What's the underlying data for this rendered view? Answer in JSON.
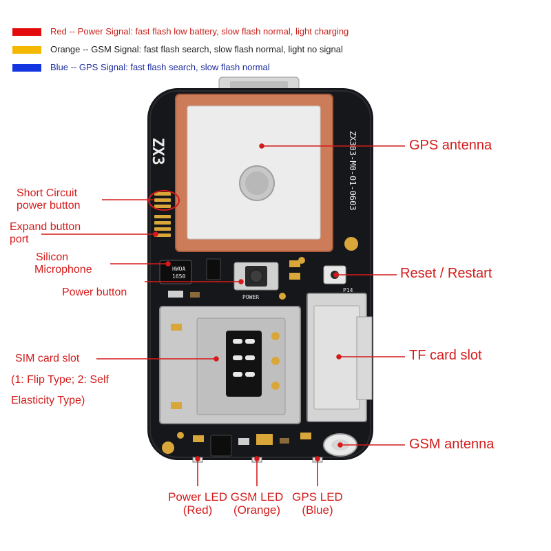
{
  "legend": [
    {
      "text": "Red -- Power Signal: fast flash low battery, slow flash normal, light charging",
      "color": "#e30b0b",
      "text_color": "#c8201a"
    },
    {
      "text": "Orange -- GSM Signal: fast flash search, slow flash normal, light no signal",
      "color": "#f5b800",
      "text_color": "#222222"
    },
    {
      "text": "Blue -- GPS Signal: fast flash search, slow flash normal",
      "color": "#1436e0",
      "text_color": "#1a2a9c"
    }
  ],
  "callouts": {
    "gps_antenna": "GPS antenna",
    "reset": "Reset / Restart",
    "tf_slot": "TF card slot",
    "gsm_antenna": "GSM antenna",
    "short_circuit_1": "Short Circuit",
    "short_circuit_2": "power button",
    "expand_1": "Expand button",
    "expand_2": "port",
    "mic_1": "Silicon",
    "mic_2": "Microphone",
    "power_button": "Power button",
    "sim_slot": "SIM card slot",
    "sim_note_1": "(1: Flip Type; 2: Self",
    "sim_note_2": "Elasticity Type)",
    "power_led_1": "Power LED",
    "power_led_2": "(Red)",
    "gsm_led_1": "GSM LED",
    "gsm_led_2": "(Orange)",
    "gps_led_1": "GPS LED",
    "gps_led_2": "(Blue)"
  },
  "silkscreen": {
    "board_id": "ZX303-M0-01-0603",
    "side_mark": "ZX3",
    "power_mark": "POWER",
    "mic_chip_1": "HWOA",
    "mic_chip_2": "1650",
    "port_mark": "P14"
  },
  "colors": {
    "callout": "#d41b1b",
    "board": "#16171a",
    "antenna_ceramic": "#cc7c58",
    "antenna_patch": "#ececec",
    "metal": "#c9c9c9",
    "gold": "#d9a63a"
  }
}
